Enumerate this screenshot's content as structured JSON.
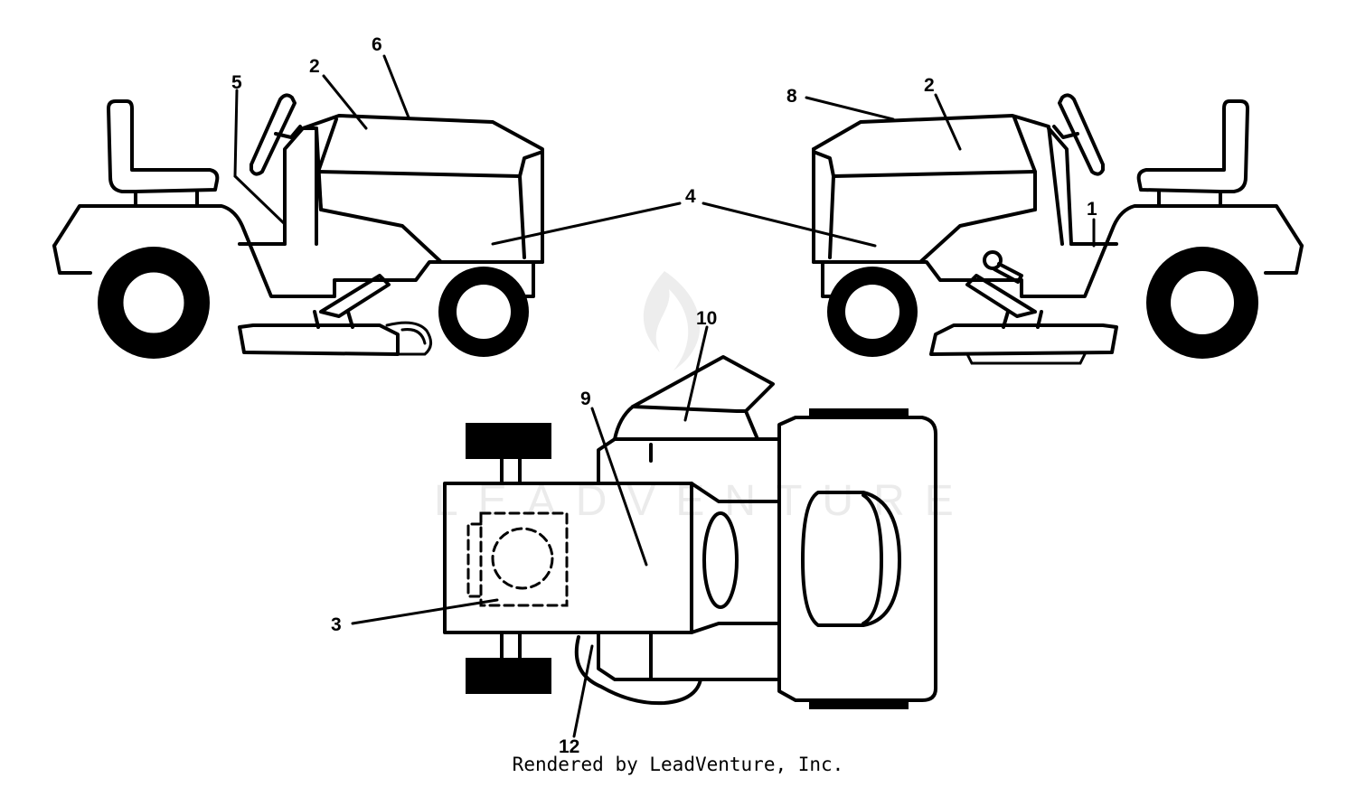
{
  "callouts": [
    {
      "id": "c1-left",
      "label": "6"
    },
    {
      "id": "c2-left",
      "label": "2"
    },
    {
      "id": "c5",
      "label": "5"
    },
    {
      "id": "c8",
      "label": "8"
    },
    {
      "id": "c2-right",
      "label": "2"
    },
    {
      "id": "c4",
      "label": "4"
    },
    {
      "id": "c1",
      "label": "1"
    },
    {
      "id": "c10",
      "label": "10"
    },
    {
      "id": "c9",
      "label": "9"
    },
    {
      "id": "c3",
      "label": "3"
    },
    {
      "id": "c12",
      "label": "12"
    }
  ],
  "watermark": "LEADVENTURE",
  "credit": "Rendered by LeadVenture, Inc."
}
